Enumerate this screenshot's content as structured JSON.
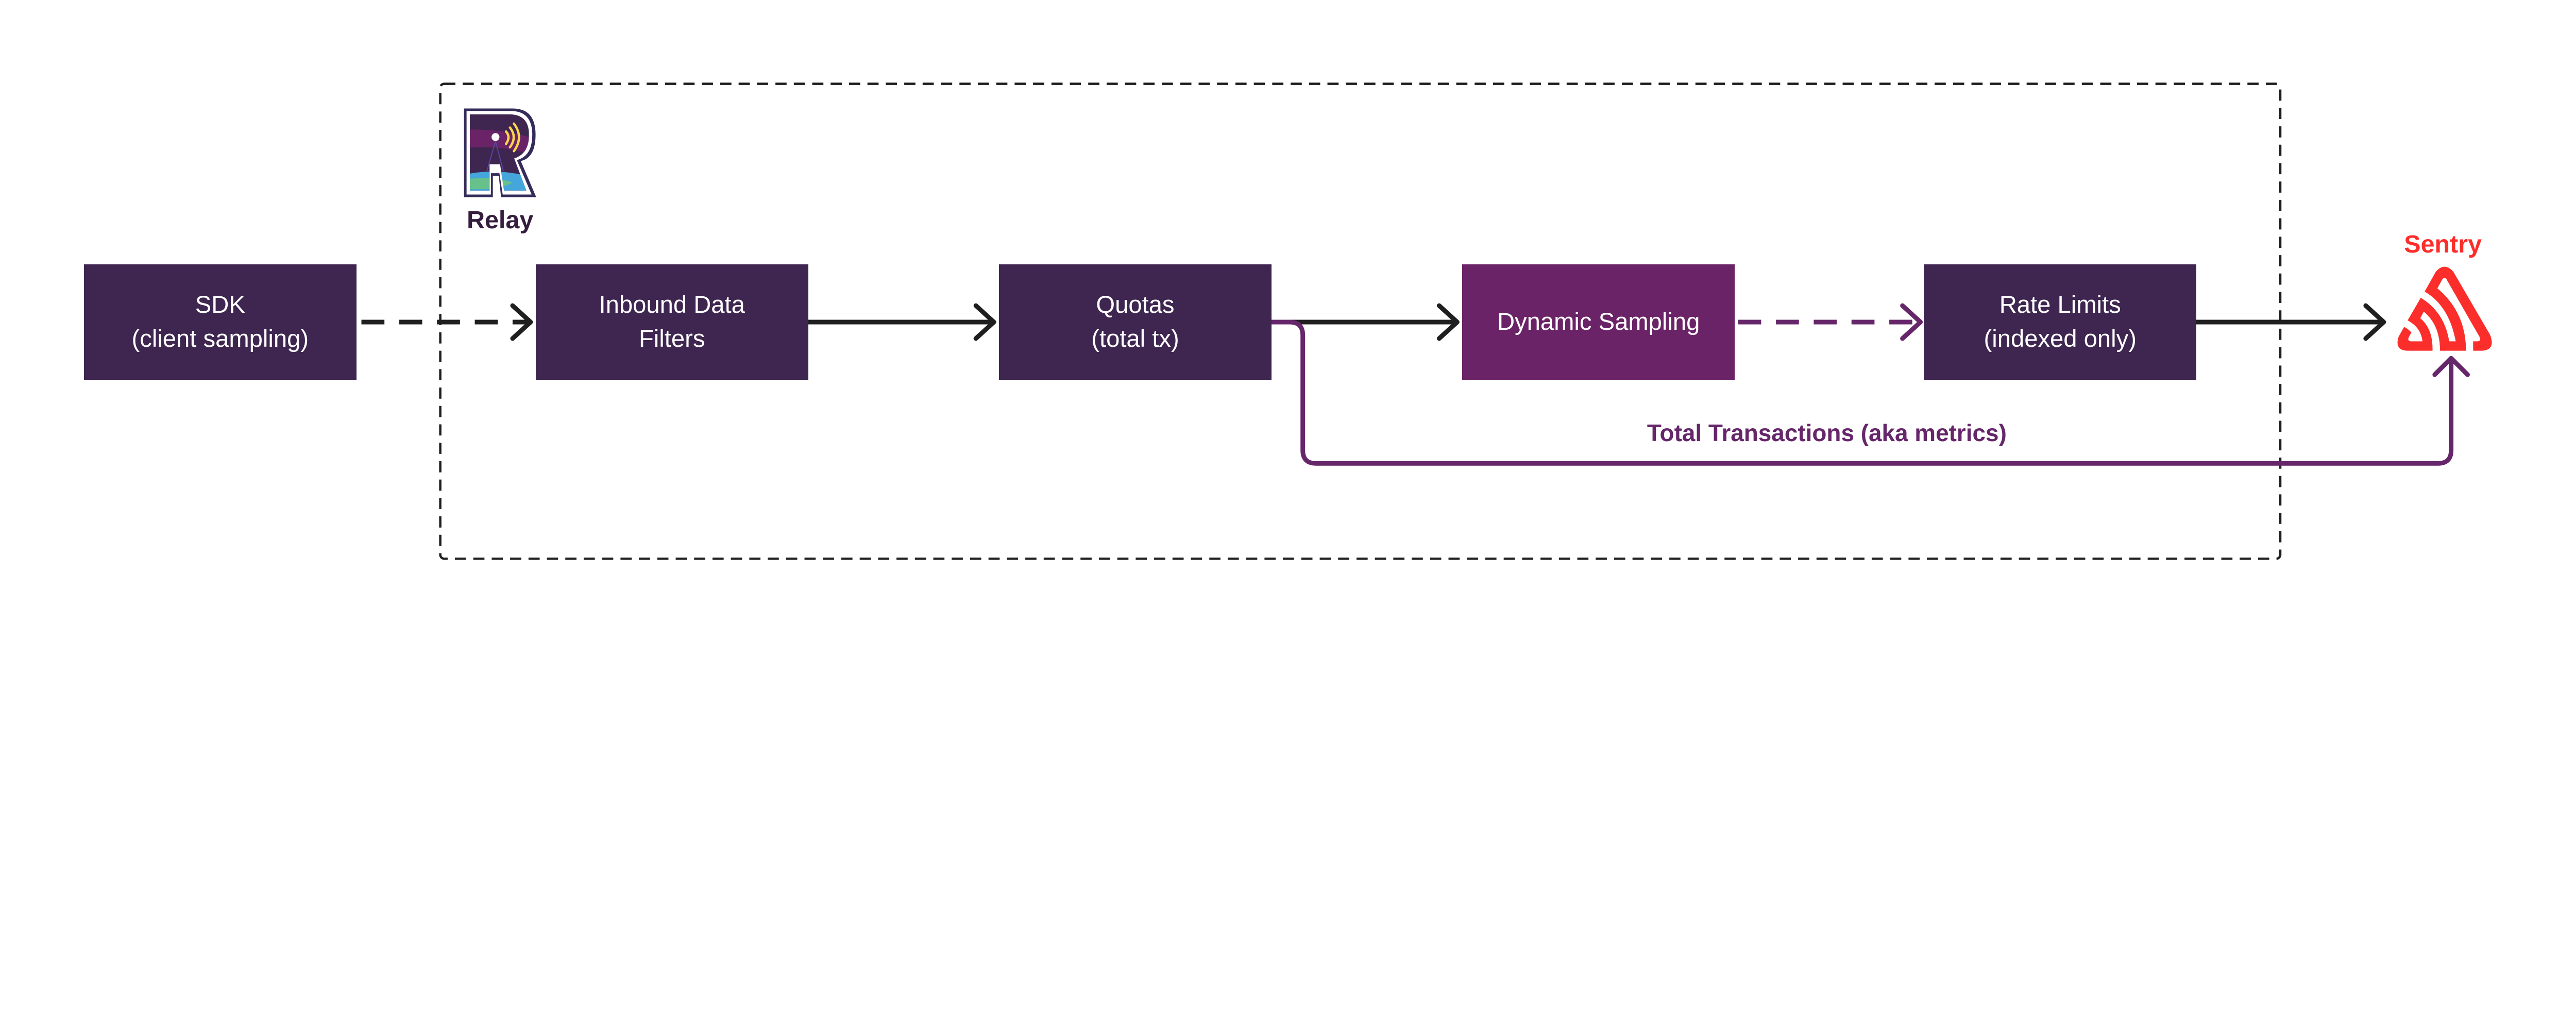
{
  "colors": {
    "node": "#3e2650",
    "highlight": "#6b2367",
    "arrow": "#1f1f1f",
    "metrics_path": "#66266a",
    "sentry": "#fb2e2b",
    "relay_text": "#351d3e"
  },
  "relay": {
    "label": "Relay",
    "icon": "relay-logo"
  },
  "sentry": {
    "label": "Sentry",
    "icon": "sentry-logo"
  },
  "nodes": [
    {
      "line1": "SDK",
      "line2": "(client sampling)"
    },
    {
      "line1": "Inbound Data",
      "line2": "Filters"
    },
    {
      "line1": "Quotas",
      "line2": "(total tx)"
    },
    {
      "line1": "Dynamic Sampling",
      "line2": ""
    },
    {
      "line1": "Rate Limits",
      "line2": "(indexed only)"
    }
  ],
  "metrics_path_label": "Total Transactions (aka metrics)"
}
